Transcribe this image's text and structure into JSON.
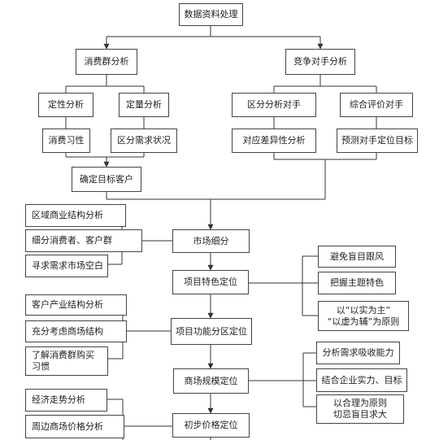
{
  "nodes": {
    "root": "数据资料处理",
    "consumer": "消费群分析",
    "competitor": "竞争对手分析",
    "qualitative": "定性分析",
    "quantitative": "定量分析",
    "regional_comp": "区分分析对手",
    "overall_eval": "综合评价对手",
    "consumer_habits": "消费习性",
    "regional_demand": "区分需求状况",
    "differentiation": "对应差异性分析",
    "predict_target": "预测对手定位目标",
    "target_customers": "确定目标客户",
    "regional_commercial": "区域商业结构分析",
    "segment_consumers": "细分消费者、客户群",
    "seek_blank": "寻求需求市场空白",
    "market_segmentation": "市场细分",
    "avoid_blind": "避免盲目跟风",
    "grasp_theme": "把握主题特色",
    "principle_real": "以“以实为主”\n“以虚为辅”为原则",
    "project_feature": "项目特色定位",
    "customer_industry": "客户产业结构分析",
    "consider_structure": "充分考虑商场结构",
    "consumer_purchase": "了解消费群购买\n习惯",
    "function_zone": "项目功能分区定位",
    "absorb_capacity": "分析需求吸收能力",
    "enterprise_strength": "结合企业实力、目标",
    "rational_principle": "以合理为原则\n切忌盲目求大",
    "mall_scale": "商场规模定位",
    "economic_trend": "经济走势分析",
    "surrounding_price": "周边商场价格分析",
    "initial_price": "初步价格定位"
  }
}
